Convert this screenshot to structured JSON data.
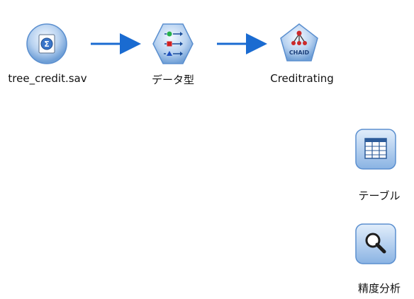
{
  "stream": {
    "nodes": [
      {
        "id": "source",
        "label": "tree_credit.sav",
        "icon": "statistics-file-source-icon",
        "shape": "circle"
      },
      {
        "id": "type",
        "label": "データ型",
        "icon": "type-field-ops-icon",
        "shape": "hexagon"
      },
      {
        "id": "model",
        "label": "Creditrating",
        "icon": "chaid-model-nugget-icon",
        "shape": "pentagon",
        "badge": "CHAID"
      },
      {
        "id": "table",
        "label": "テーブル",
        "icon": "table-output-icon",
        "shape": "rounded-square"
      },
      {
        "id": "analysis",
        "label": "精度分析",
        "icon": "analysis-magnifier-icon",
        "shape": "rounded-square"
      }
    ],
    "links": [
      {
        "from": "source",
        "to": "type"
      },
      {
        "from": "type",
        "to": "model"
      }
    ]
  },
  "colors": {
    "node_fill_light": "#dceaf8",
    "node_fill_dark": "#6f9fd6",
    "node_stroke": "#4a7fc0",
    "link": "#1a6bd1"
  }
}
